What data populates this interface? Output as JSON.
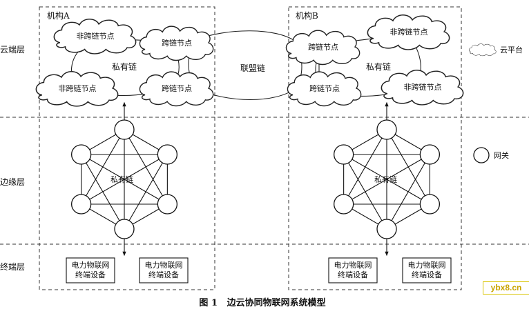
{
  "layers": {
    "cloud": "云端层",
    "edge": "边缘层",
    "terminal": "终端层"
  },
  "org_a": {
    "title": "机构A",
    "non_cross_top": "非跨链节点",
    "cross_top": "跨链节点",
    "non_cross_bottom": "非跨链节点",
    "cross_bottom": "跨链节点",
    "private_chain": "私有链",
    "edge_private_chain": "私有链",
    "device_1": "电力物联网\n终端设备",
    "device_2": "电力物联网\n终端设备"
  },
  "org_b": {
    "title": "机构B",
    "cross_top": "跨链节点",
    "non_cross_top": "非跨链节点",
    "cross_bottom": "跨链节点",
    "non_cross_bottom": "非跨链节点",
    "private_chain": "私有链",
    "edge_private_chain": "私有链",
    "device_1": "电力物联网\n终端设备",
    "device_2": "电力物联网\n终端设备"
  },
  "consortium_chain": "联盟链",
  "legend": {
    "cloud_platform": "云平台",
    "gateway": "网关"
  },
  "caption": "图 1   边云协同物联网系统模型",
  "watermark": "ybx8.cn"
}
